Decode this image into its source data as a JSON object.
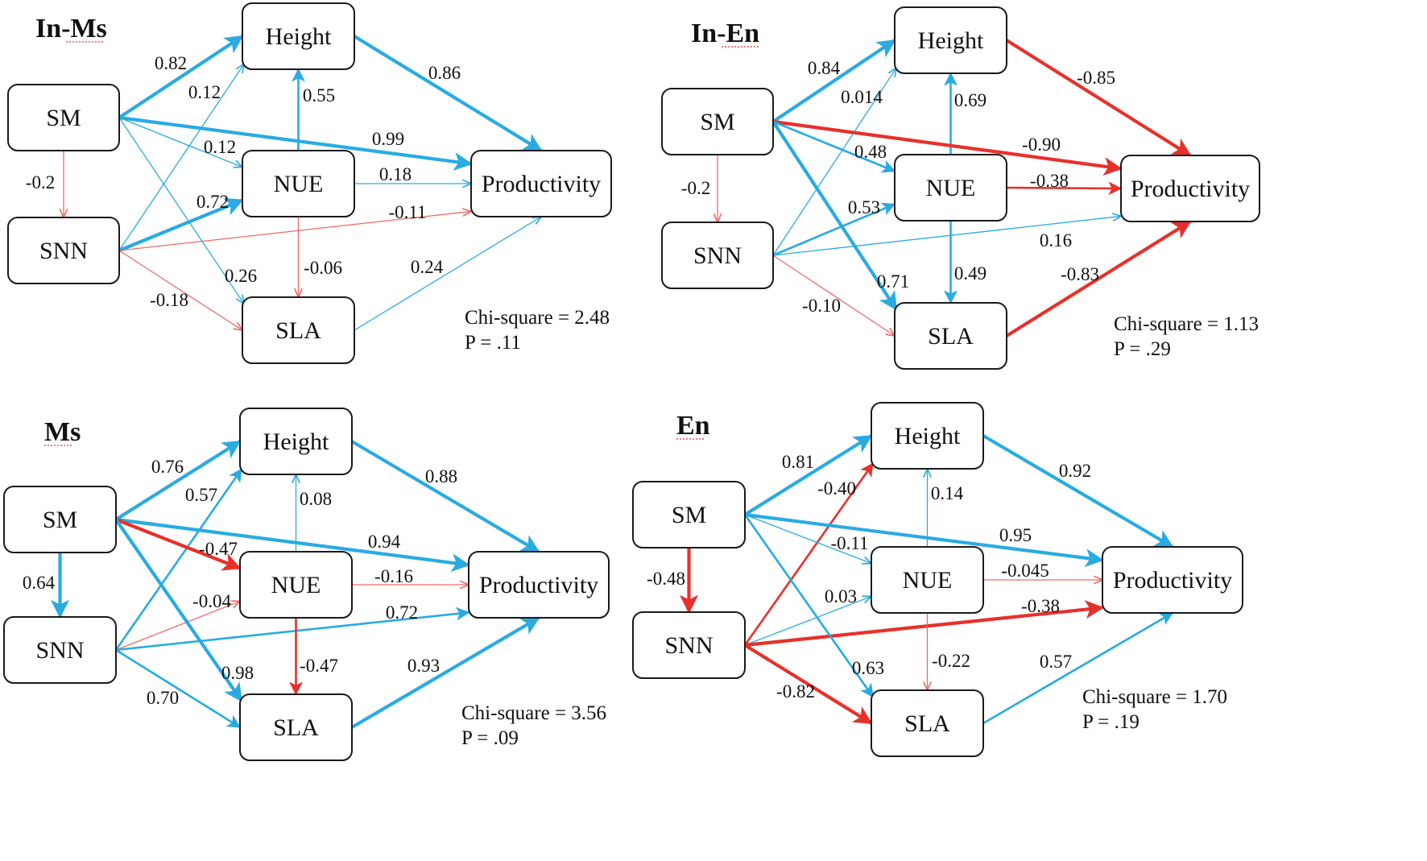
{
  "colors": {
    "positive": "#29abe2",
    "negative": "#e8302a",
    "negative_light": "#ef6a66",
    "node_border": "#1a1a1a"
  },
  "panels": [
    {
      "id": "in-ms",
      "title": "In-Ms",
      "stats": {
        "chi_square": "Chi-square = 2.48",
        "p": "P = .11"
      },
      "nodes": {
        "SM": "SM",
        "SNN": "SNN",
        "Height": "Height",
        "NUE": "NUE",
        "SLA": "SLA",
        "Productivity": "Productivity"
      },
      "paths": [
        {
          "from": "SM",
          "to": "Height",
          "label": "0.82",
          "sign": "positive",
          "strength": "strong"
        },
        {
          "from": "SNN",
          "to": "Height",
          "label": "0.12",
          "sign": "positive",
          "strength": "weak"
        },
        {
          "from": "Height",
          "to": "Productivity",
          "label": "0.86",
          "sign": "positive",
          "strength": "strong"
        },
        {
          "from": "NUE",
          "to": "Height",
          "label": "0.55",
          "sign": "positive",
          "strength": "medium"
        },
        {
          "from": "SM",
          "to": "Productivity",
          "label": "0.99",
          "sign": "positive",
          "strength": "strong"
        },
        {
          "from": "SM",
          "to": "NUE",
          "label": "0.12",
          "sign": "positive",
          "strength": "weak"
        },
        {
          "from": "NUE",
          "to": "Productivity",
          "label": "0.18",
          "sign": "positive",
          "strength": "weak"
        },
        {
          "from": "SM",
          "to": "SNN",
          "label": "-0.2",
          "sign": "negative",
          "strength": "weak"
        },
        {
          "from": "SNN",
          "to": "NUE",
          "label": "0.72",
          "sign": "positive",
          "strength": "strong"
        },
        {
          "from": "SNN",
          "to": "Productivity",
          "label": "-0.11",
          "sign": "negative",
          "strength": "weak"
        },
        {
          "from": "SM",
          "to": "SLA",
          "label": "0.26",
          "sign": "positive",
          "strength": "weak"
        },
        {
          "from": "NUE",
          "to": "SLA",
          "label": "-0.06",
          "sign": "negative",
          "strength": "weak"
        },
        {
          "from": "SLA",
          "to": "Productivity",
          "label": "0.24",
          "sign": "positive",
          "strength": "weak"
        },
        {
          "from": "SNN",
          "to": "SLA",
          "label": "-0.18",
          "sign": "negative",
          "strength": "weak"
        }
      ]
    },
    {
      "id": "in-en",
      "title": "In-En",
      "stats": {
        "chi_square": "Chi-square = 1.13",
        "p": "P = .29"
      },
      "nodes": {
        "SM": "SM",
        "SNN": "SNN",
        "Height": "Height",
        "NUE": "NUE",
        "SLA": "SLA",
        "Productivity": "Productivity"
      },
      "paths": [
        {
          "from": "SM",
          "to": "Height",
          "label": "0.84",
          "sign": "positive",
          "strength": "strong"
        },
        {
          "from": "SNN",
          "to": "Height",
          "label": "0.014",
          "sign": "positive",
          "strength": "weak"
        },
        {
          "from": "Height",
          "to": "Productivity",
          "label": "-0.85",
          "sign": "negative",
          "strength": "strong"
        },
        {
          "from": "NUE",
          "to": "Height",
          "label": "0.69",
          "sign": "positive",
          "strength": "medium"
        },
        {
          "from": "SM",
          "to": "Productivity",
          "label": "-0.90",
          "sign": "negative",
          "strength": "strong"
        },
        {
          "from": "SM",
          "to": "NUE",
          "label": "0.48",
          "sign": "positive",
          "strength": "medium"
        },
        {
          "from": "NUE",
          "to": "Productivity",
          "label": "-0.38",
          "sign": "negative",
          "strength": "medium"
        },
        {
          "from": "SM",
          "to": "SNN",
          "label": "-0.2",
          "sign": "negative",
          "strength": "weak"
        },
        {
          "from": "SNN",
          "to": "NUE",
          "label": "0.53",
          "sign": "positive",
          "strength": "medium"
        },
        {
          "from": "SNN",
          "to": "Productivity",
          "label": "0.16",
          "sign": "positive",
          "strength": "weak"
        },
        {
          "from": "SM",
          "to": "SLA",
          "label": "0.71",
          "sign": "positive",
          "strength": "strong"
        },
        {
          "from": "NUE",
          "to": "SLA",
          "label": "0.49",
          "sign": "positive",
          "strength": "medium"
        },
        {
          "from": "SLA",
          "to": "Productivity",
          "label": "-0.83",
          "sign": "negative",
          "strength": "strong"
        },
        {
          "from": "SNN",
          "to": "SLA",
          "label": "-0.10",
          "sign": "negative",
          "strength": "weak"
        }
      ]
    },
    {
      "id": "ms",
      "title": "Ms",
      "stats": {
        "chi_square": "Chi-square = 3.56",
        "p": "P = .09"
      },
      "nodes": {
        "SM": "SM",
        "SNN": "SNN",
        "Height": "Height",
        "NUE": "NUE",
        "SLA": "SLA",
        "Productivity": "Productivity"
      },
      "paths": [
        {
          "from": "SM",
          "to": "Height",
          "label": "0.76",
          "sign": "positive",
          "strength": "strong"
        },
        {
          "from": "SNN",
          "to": "Height",
          "label": "0.57",
          "sign": "positive",
          "strength": "medium"
        },
        {
          "from": "Height",
          "to": "Productivity",
          "label": "0.88",
          "sign": "positive",
          "strength": "strong"
        },
        {
          "from": "NUE",
          "to": "Height",
          "label": "0.08",
          "sign": "positive",
          "strength": "weak"
        },
        {
          "from": "SM",
          "to": "Productivity",
          "label": "0.94",
          "sign": "positive",
          "strength": "strong"
        },
        {
          "from": "SM",
          "to": "NUE",
          "label": "-0.47",
          "sign": "negative",
          "strength": "strong"
        },
        {
          "from": "NUE",
          "to": "Productivity",
          "label": "-0.16",
          "sign": "negative",
          "strength": "weak"
        },
        {
          "from": "SM",
          "to": "SNN",
          "label": "0.64",
          "sign": "positive",
          "strength": "strong"
        },
        {
          "from": "SNN",
          "to": "NUE",
          "label": "-0.04",
          "sign": "negative",
          "strength": "weak"
        },
        {
          "from": "SNN",
          "to": "Productivity",
          "label": "0.72",
          "sign": "positive",
          "strength": "medium"
        },
        {
          "from": "SM",
          "to": "SLA",
          "label": "0.98",
          "sign": "positive",
          "strength": "strong"
        },
        {
          "from": "NUE",
          "to": "SLA",
          "label": "-0.47",
          "sign": "negative",
          "strength": "medium"
        },
        {
          "from": "SLA",
          "to": "Productivity",
          "label": "0.93",
          "sign": "positive",
          "strength": "strong"
        },
        {
          "from": "SNN",
          "to": "SLA",
          "label": "0.70",
          "sign": "positive",
          "strength": "medium"
        }
      ]
    },
    {
      "id": "en",
      "title": "En",
      "stats": {
        "chi_square": "Chi-square = 1.70",
        "p": "P = .19"
      },
      "nodes": {
        "SM": "SM",
        "SNN": "SNN",
        "Height": "Height",
        "NUE": "NUE",
        "SLA": "SLA",
        "Productivity": "Productivity"
      },
      "paths": [
        {
          "from": "SM",
          "to": "Height",
          "label": "0.81",
          "sign": "positive",
          "strength": "strong"
        },
        {
          "from": "SNN",
          "to": "Height",
          "label": "-0.40",
          "sign": "negative",
          "strength": "medium"
        },
        {
          "from": "Height",
          "to": "Productivity",
          "label": "0.92",
          "sign": "positive",
          "strength": "strong"
        },
        {
          "from": "NUE",
          "to": "Height",
          "label": "0.14",
          "sign": "positive",
          "strength": "weak"
        },
        {
          "from": "SM",
          "to": "Productivity",
          "label": "0.95",
          "sign": "positive",
          "strength": "strong"
        },
        {
          "from": "SM",
          "to": "NUE",
          "label": "-0.11",
          "sign": "positive",
          "strength": "weak"
        },
        {
          "from": "NUE",
          "to": "Productivity",
          "label": "-0.045",
          "sign": "negative",
          "strength": "weak"
        },
        {
          "from": "SM",
          "to": "SNN",
          "label": "-0.48",
          "sign": "negative",
          "strength": "strong"
        },
        {
          "from": "SNN",
          "to": "NUE",
          "label": "0.03",
          "sign": "positive",
          "strength": "weak"
        },
        {
          "from": "SNN",
          "to": "Productivity",
          "label": "-0.38",
          "sign": "negative",
          "strength": "strong"
        },
        {
          "from": "SM",
          "to": "SLA",
          "label": "0.63",
          "sign": "positive",
          "strength": "medium"
        },
        {
          "from": "NUE",
          "to": "SLA",
          "label": "-0.22",
          "sign": "negative",
          "strength": "weak"
        },
        {
          "from": "SLA",
          "to": "Productivity",
          "label": "0.57",
          "sign": "positive",
          "strength": "medium"
        },
        {
          "from": "SNN",
          "to": "SLA",
          "label": "-0.82",
          "sign": "negative",
          "strength": "strong"
        }
      ]
    }
  ]
}
